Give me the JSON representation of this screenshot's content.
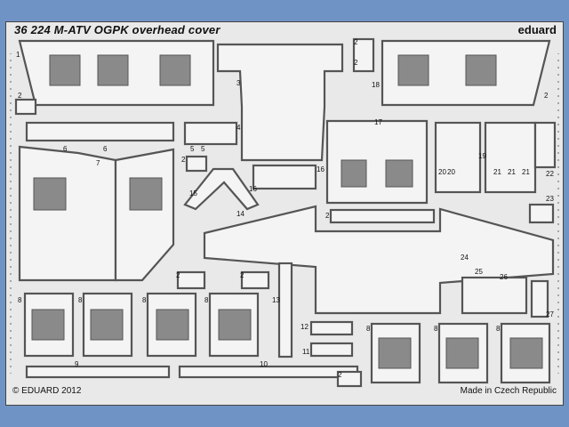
{
  "sheet": {
    "title": "36 224 M-ATV OGPK overhead cover",
    "brand": "eduard",
    "copyright": "© EDUARD 2012",
    "made_in": "Made in Czech Republic"
  },
  "part_numbers": [
    "1",
    "2",
    "3",
    "4",
    "5",
    "6",
    "7",
    "8",
    "9",
    "10",
    "11",
    "12",
    "13",
    "14",
    "15",
    "16",
    "17",
    "18",
    "19",
    "20",
    "21",
    "22",
    "23",
    "24",
    "25",
    "26",
    "27"
  ],
  "colors": {
    "background": "#6f93c4",
    "fret": "#e9e9e9",
    "part": "#f4f4f4",
    "outline": "#555555",
    "window": "#8a8a8a"
  }
}
